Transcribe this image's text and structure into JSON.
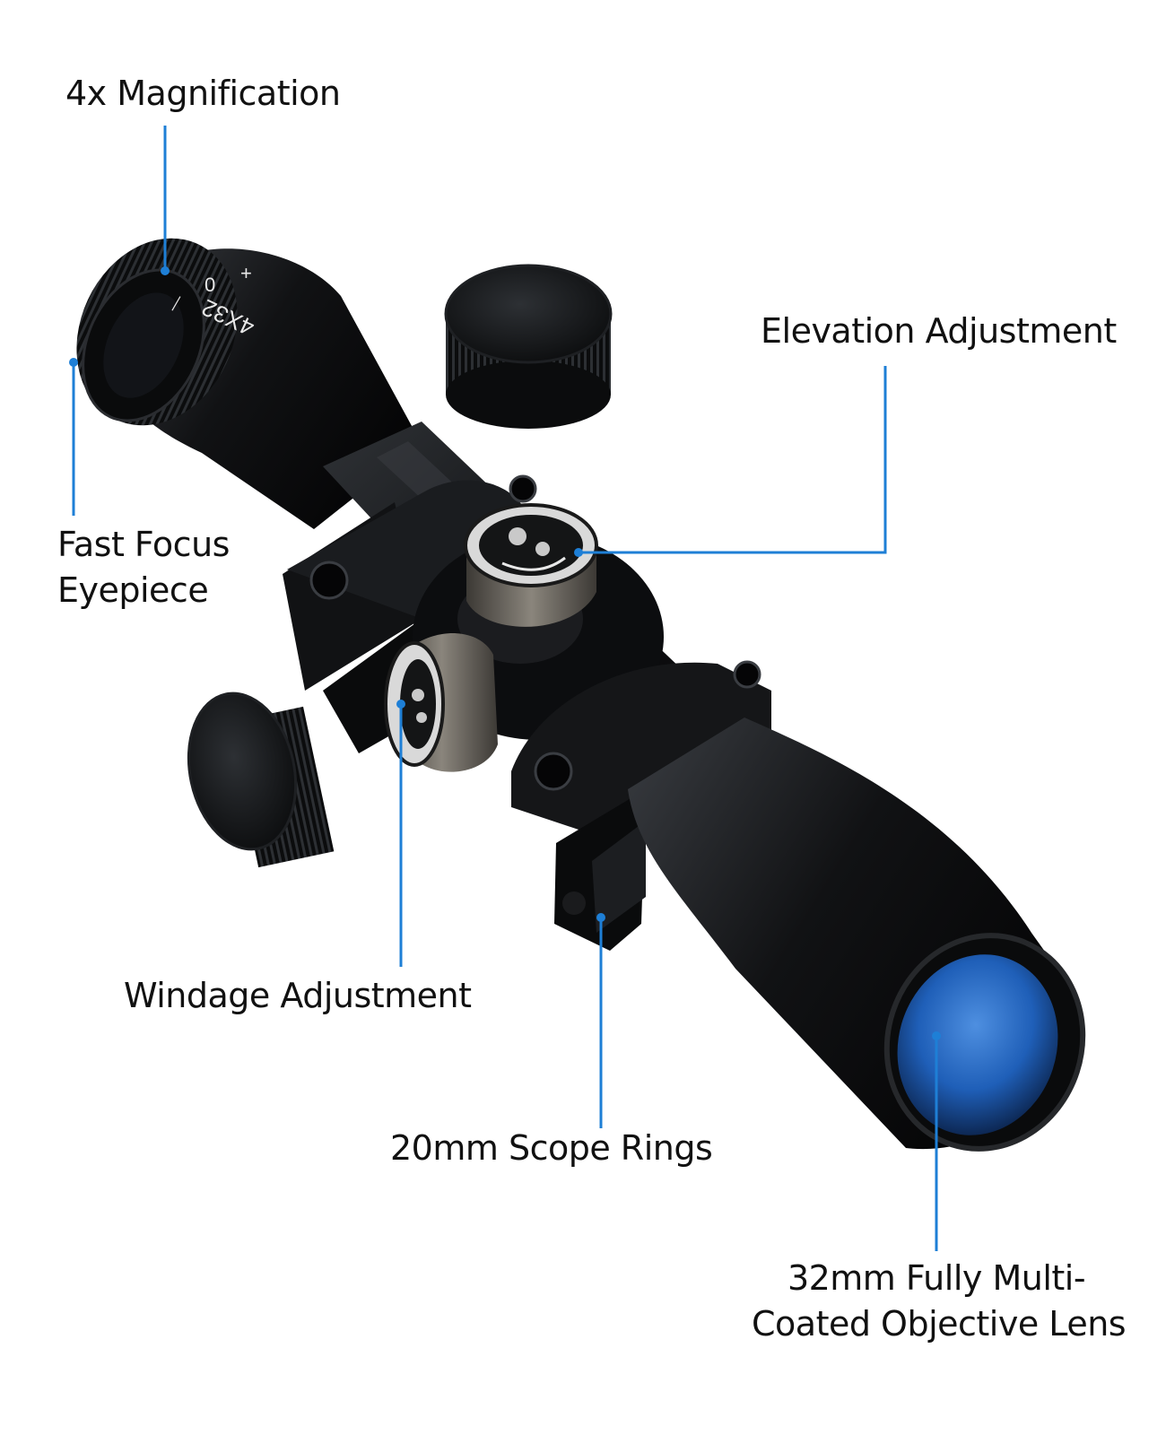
{
  "colors": {
    "leader": "#1e7fd6",
    "scope_body": "#0e0f11",
    "scope_highlight": "#3a3d42",
    "lens": "#1f5fb8",
    "turret_metal": "#5c5852",
    "text": "#111111"
  },
  "eyepiece_markings": {
    "model": "4X32",
    "diopter_plus": "+",
    "diopter_zero": "0",
    "diopter_minus": "—"
  },
  "callouts": {
    "magnification": {
      "lines": [
        "4x Magnification"
      ]
    },
    "eyepiece": {
      "lines": [
        "Fast Focus",
        "Eyepiece"
      ]
    },
    "elevation": {
      "lines": [
        "Elevation Adjustment"
      ]
    },
    "windage": {
      "lines": [
        "Windage Adjustment"
      ]
    },
    "rings": {
      "lines": [
        "20mm Scope Rings"
      ]
    },
    "objective": {
      "lines": [
        "32mm Fully Multi-",
        "Coated Objective Lens"
      ]
    }
  }
}
